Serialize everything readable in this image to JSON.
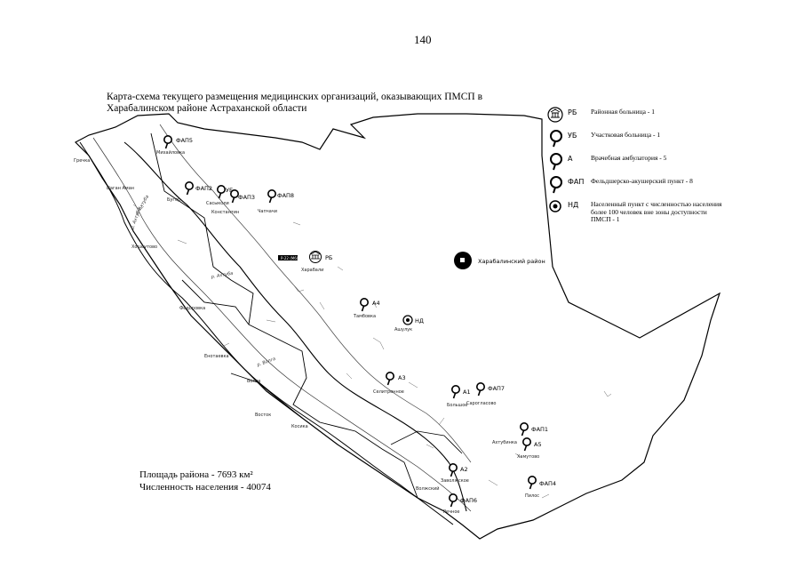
{
  "page_number": "140",
  "title": "Карта-схема текущего размещения медицинских организаций, оказывающих ПМСП в Харабалинском районе Астраханской области",
  "district_label": "Харабалинский район",
  "legend": [
    {
      "icon": "hospital-icon",
      "code": "РБ",
      "text": "Районная больница - 1"
    },
    {
      "icon": "pin-icon",
      "code": "УБ",
      "text": "Участковая больница - 1"
    },
    {
      "icon": "pin-icon",
      "code": "А",
      "text": "Врачебная амбулатория - 5"
    },
    {
      "icon": "pin-icon",
      "code": "ФАП",
      "text": "Фельдшерско-акушерский пункт - 8"
    },
    {
      "icon": "target-icon",
      "code": "НД",
      "text": "Населенный пункт с численностью населения более 100 человек вне зоны доступности ПМСП - 1"
    }
  ],
  "markers": {
    "fap5": "ФАП5",
    "fap2": "ФАП2",
    "ub": "УБ",
    "fap3": "ФАП3",
    "fap8": "ФАП8",
    "rb": "РБ",
    "a4": "А4",
    "nd": "НД",
    "a3": "А3",
    "a1": "А1",
    "fap7": "ФАП7",
    "fap1": "ФАП1",
    "a5": "А5",
    "a2": "А2",
    "fap4": "ФАП4",
    "fap6": "ФАП6"
  },
  "places": {
    "mikhailovka": "Михайловка",
    "grechka": "Гречка",
    "tsagan_aman": "Цаган Аман",
    "bugor": "Бугор",
    "sasykoli": "Сасыколи",
    "konstantin": "Константин",
    "chapchachi": "Чапчачи",
    "kharabali": "Харабали",
    "khosheutovo": "Хошеутово",
    "fedorovka": "Федоровка",
    "tambovka": "Тамбовка",
    "ashuluk": "Ашулук",
    "enotaevka": "Енотаевка",
    "volga": "Волга",
    "selitrennoe": "Селитренное",
    "vostok": "Восток",
    "kosika": "Косика",
    "bolshoe": "Большое",
    "sarogla": "Сарогласово",
    "akhtubinka": "Ахтубинка",
    "khamutovo": "Хамутово",
    "zavolzhskoe": "Заволжское",
    "volzhsky": "Волжский",
    "pilios": "Пилос",
    "rechnoe": "Речное",
    "road_sign": "Р-22 (М6)"
  },
  "rivers": {
    "r1": "р. Ахтуба",
    "r2": "р. Ахтуба",
    "r3": "р. Волга",
    "r4": "р. Ахтуба"
  },
  "stats": {
    "area": "Площадь района - 7693 км²",
    "population": "Численность населения - 40074"
  }
}
